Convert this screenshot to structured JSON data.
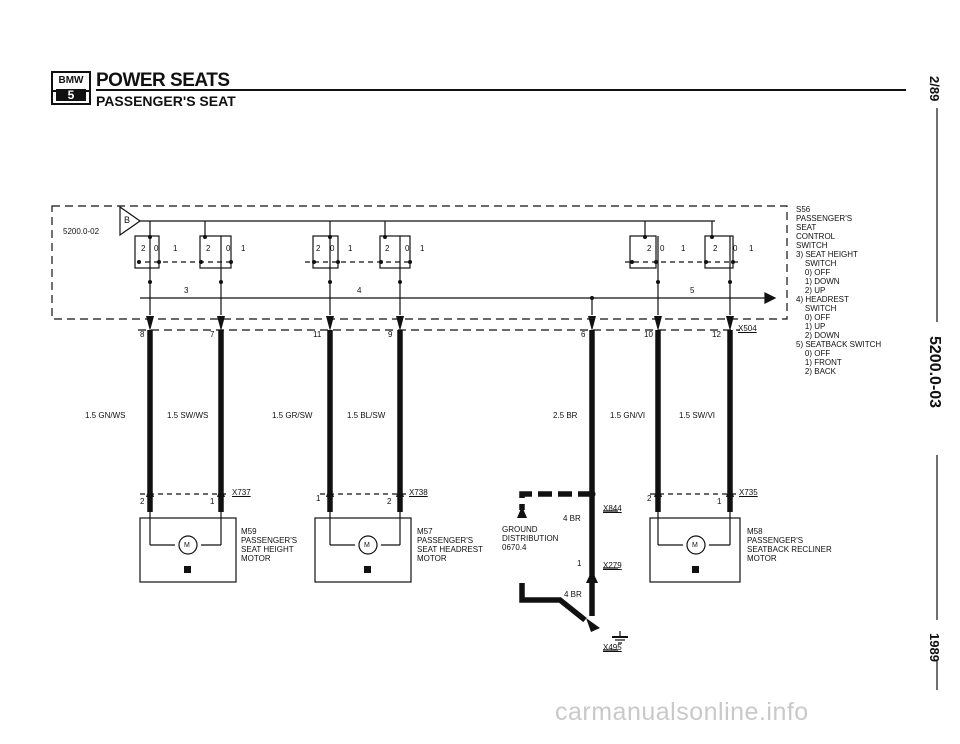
{
  "header": {
    "logo_top": "BMW",
    "logo_bottom": "5",
    "title": "POWER SEATS",
    "subtitle": "PASSENGER'S SEAT"
  },
  "side": {
    "date": "2/89",
    "doc_number": "5200.0-03",
    "year": "1989"
  },
  "reference": "5200.0-02",
  "connector_b": "B",
  "switch": {
    "designation": "S56",
    "description": "PASSENGER'S\nSEAT\nCONTROL\nSWITCH",
    "functions": "3) SEAT HEIGHT\n    SWITCH\n    0) OFF\n    1) DOWN\n    2) UP\n4) HEADREST\n    SWITCH\n    0) OFF\n    1) UP\n    2) DOWN\n5) SEATBACK SWITCH\n    0) OFF\n    1) FRONT\n    2) BACK",
    "sections": [
      "3",
      "4",
      "5"
    ],
    "positions": [
      "2",
      "0",
      "1"
    ]
  },
  "pins": [
    "8",
    "7",
    "11",
    "9",
    "6",
    "10",
    "12"
  ],
  "switch_connector": "X504",
  "wires": [
    "1.5 GN/WS",
    "1.5 SW/WS",
    "1.5 GR/SW",
    "1.5 BL/SW",
    "2.5 BR",
    "1.5 GN/VI",
    "1.5 SW/VI"
  ],
  "motors": [
    {
      "connector": "X737",
      "pin_left": "2",
      "pin_right": "1",
      "designation": "M59",
      "description": "PASSENGER'S\nSEAT HEIGHT\nMOTOR"
    },
    {
      "connector": "X738",
      "pin_left": "1",
      "pin_right": "2",
      "designation": "M57",
      "description": "PASSENGER'S\nSEAT HEADREST\nMOTOR"
    },
    {
      "connector": "X735",
      "pin_left": "2",
      "pin_right": "1",
      "designation": "M58",
      "description": "PASSENGER'S\nSEATBACK RECLINER\nMOTOR"
    }
  ],
  "motor_symbol": "M",
  "ground": {
    "splice": "X844",
    "description": "GROUND\nDISTRIBUTION\n0670.4",
    "wire_top": "4 BR",
    "wire_bottom": "4 BR",
    "connector": "X279",
    "connector_pin": "1",
    "ground_point": "X495"
  },
  "watermark": "carmanualsonline.info"
}
